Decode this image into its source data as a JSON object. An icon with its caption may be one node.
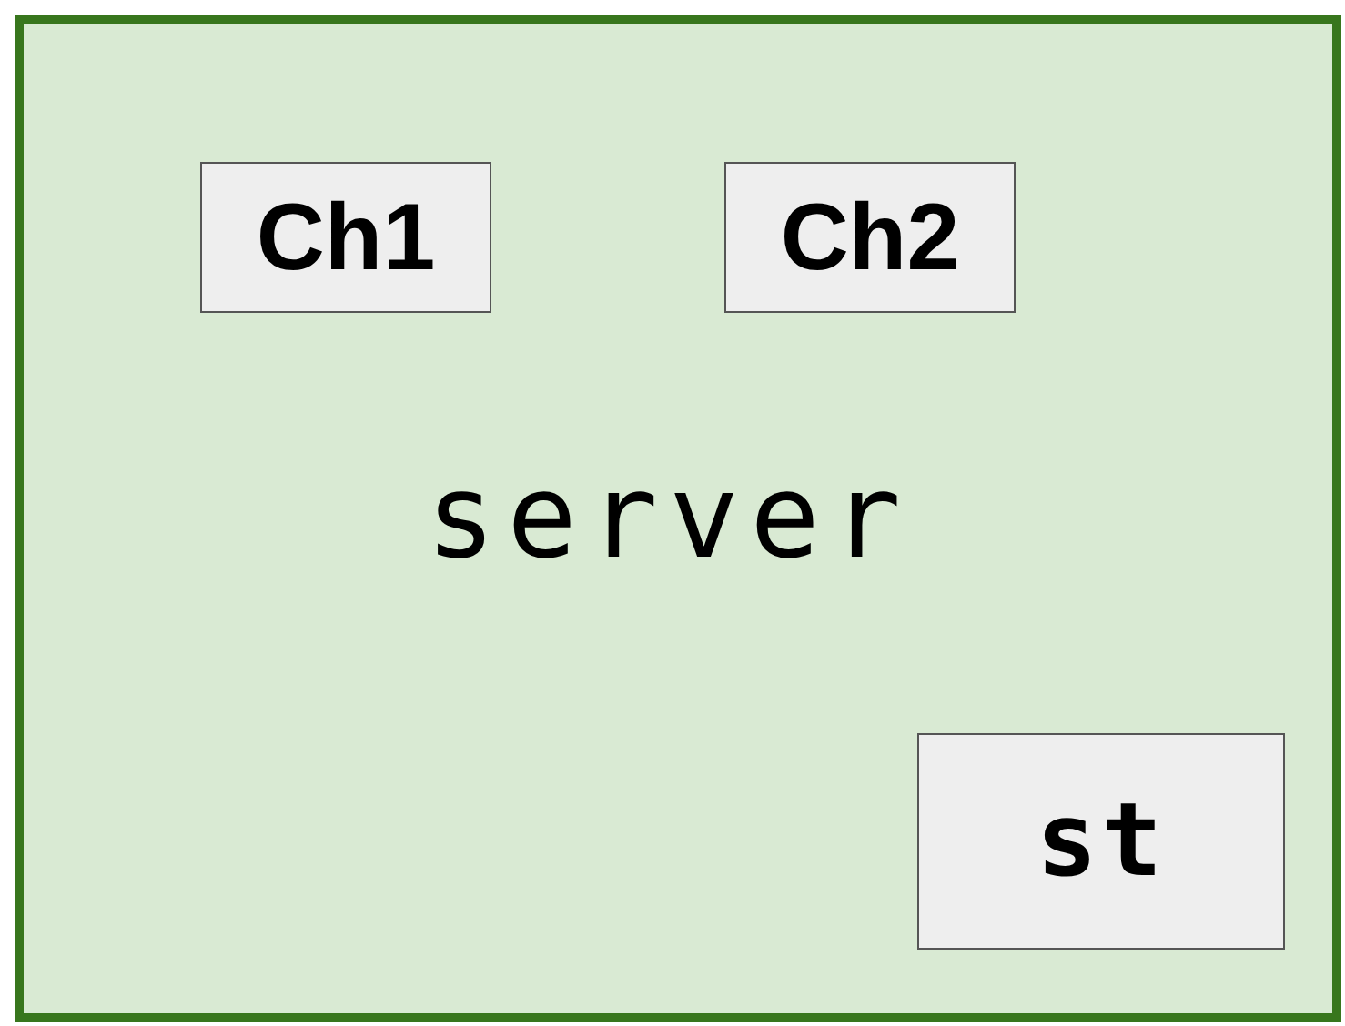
{
  "diagram": {
    "nodes": [
      {
        "text": [
          "server"
        ]
      },
      {
        "text": [
          "Ch1"
        ],
        "in": 0
      },
      {
        "text": [
          "Ch2"
        ],
        "in": 0
      },
      {
        "text": [
          "st"
        ],
        "in": 0
      }
    ]
  }
}
